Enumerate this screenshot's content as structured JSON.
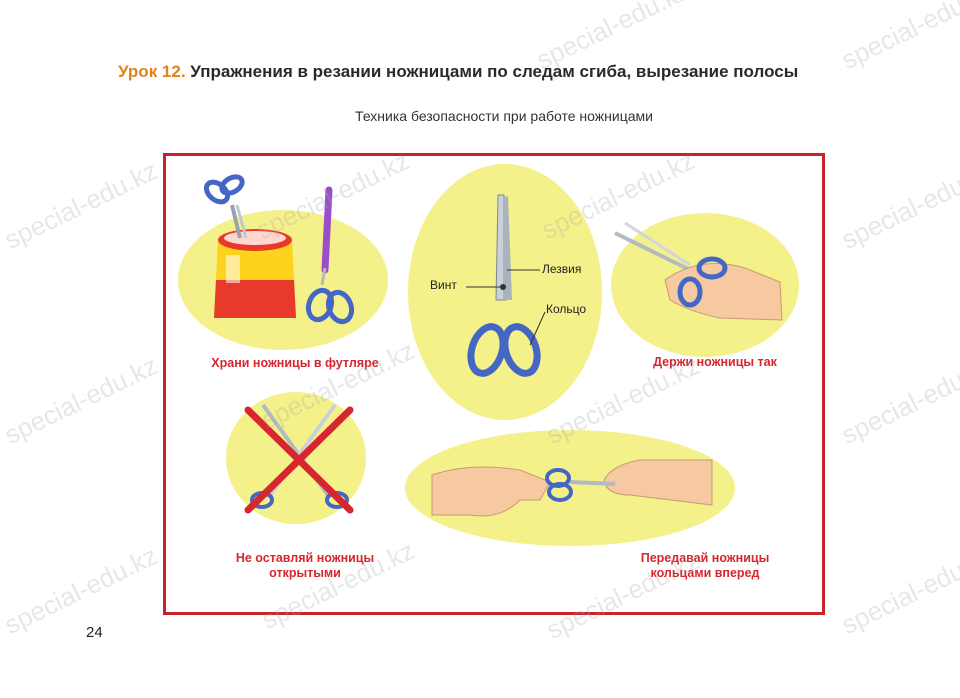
{
  "header": {
    "lesson_label": "Урок 12.",
    "title": "Упражнения в резании ножницами по следам сгиба, вырезание полосы"
  },
  "subtitle": "Техника безопасности при работе ножницами",
  "panels": {
    "case": {
      "caption": "Храни ножницы в футляре"
    },
    "parts": {
      "screw": "Винт",
      "blade": "Лезвия",
      "ring": "Кольцо"
    },
    "hold": {
      "caption": "Держи ножницы так"
    },
    "closed": {
      "caption_line1": "Не оставляй ножницы",
      "caption_line2": "открытыми"
    },
    "pass": {
      "caption_line1": "Передавай ножницы",
      "caption_line2": "кольцами вперед"
    }
  },
  "watermark": "special-edu.kz",
  "page_number": "24",
  "colors": {
    "accent_orange": "#e0841a",
    "frame_red": "#c8232b",
    "caption_red": "#d7262e",
    "oval_yellow": "#f4f08a",
    "handle_blue": "#4466c4",
    "handle_purple": "#9a4fc8"
  }
}
